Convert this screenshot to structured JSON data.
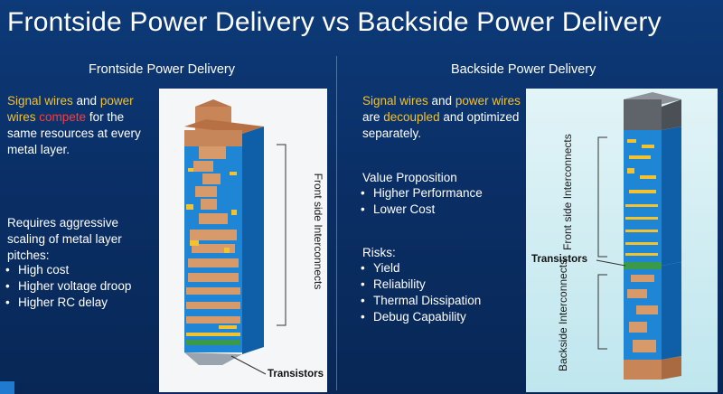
{
  "title": "Frontside Power Delivery vs Backside Power Delivery",
  "left": {
    "heading": "Frontside Power Delivery",
    "p1": {
      "a": "Signal wires",
      "b": " and ",
      "c": "power wires",
      "d": " ",
      "e": "compete",
      "f": " for the same resources at every metal layer."
    },
    "p2": "Requires aggressive scaling of metal layer pitches:",
    "bullets": [
      "High cost",
      "Higher voltage droop",
      "Higher RC delay"
    ],
    "diagram": {
      "interconnect_label": "Front side Interconnects",
      "transistors_label": "Transistors"
    }
  },
  "right": {
    "heading": "Backside Power Delivery",
    "p1": {
      "a": "Signal wires",
      "b": " and ",
      "c": "power wires",
      "d": " are ",
      "e": "decoupled",
      "f": " and optimized separately."
    },
    "value_heading": "Value Proposition",
    "value_bullets": [
      "Higher Performance",
      "Lower Cost"
    ],
    "risks_heading": "Risks:",
    "risks_bullets": [
      "Yield",
      "Reliability",
      "Thermal Dissipation",
      "Debug Capability"
    ],
    "diagram": {
      "front_label": "Front side Interconnects",
      "transistors_label": "Transistors",
      "back_label": "Backside Interconnects"
    }
  },
  "colors": {
    "background": "#0a2f66",
    "signal_yellow": "#f2c230",
    "compete_red": "#ff3b3b",
    "decoupled_yellow": "#f2c230",
    "chip_blue": "#1f86d6",
    "power_copper": "#d79a6b"
  }
}
